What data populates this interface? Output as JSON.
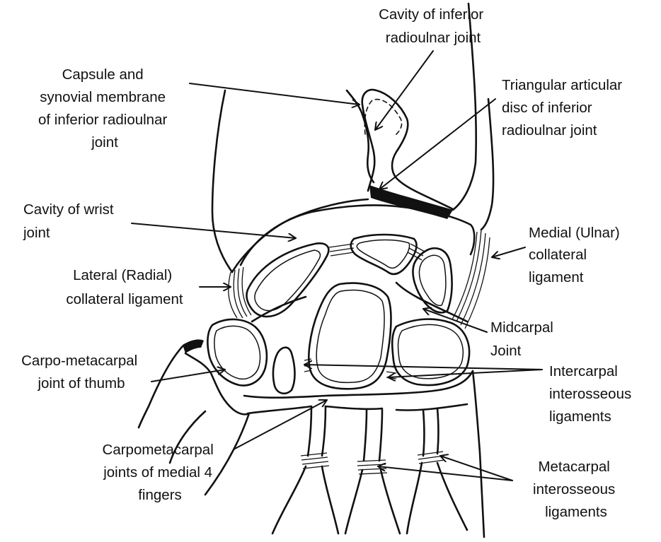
{
  "diagram": {
    "labels": {
      "cavity_inferior_radioulnar": [
        "Cavity of inferior",
        "radioulnar joint"
      ],
      "capsule_synovial": [
        "Capsule and",
        "synovial membrane",
        "of inferior radioulnar",
        "joint"
      ],
      "triangular_disc": [
        "Triangular articular",
        "disc of inferior",
        "radioulnar joint"
      ],
      "cavity_wrist": [
        "Cavity of wrist",
        "joint"
      ],
      "medial_collateral": [
        "Medial (Ulnar)",
        "collateral",
        "ligament"
      ],
      "lateral_collateral": [
        "Lateral (Radial)",
        "collateral ligament"
      ],
      "midcarpal": [
        "Midcarpal",
        "Joint"
      ],
      "carpometacarpal_thumb": [
        "Carpo-metacarpal",
        "joint of thumb"
      ],
      "intercarpal": [
        "Intercarpal",
        "interosseous",
        "ligaments"
      ],
      "carpometacarpal_medial": [
        "Carpometacarpal",
        "joints of medial 4",
        "fingers"
      ],
      "metacarpal_interosseous": [
        "Metacarpal",
        "interosseous",
        "ligaments"
      ]
    }
  }
}
